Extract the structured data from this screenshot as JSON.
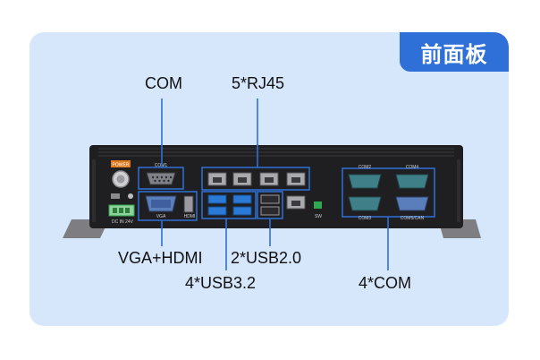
{
  "badge": {
    "title": "前面板"
  },
  "labels": {
    "com_top": "COM",
    "rj45": "5*RJ45",
    "vga_hdmi": "VGA+HDMI",
    "usb20": "2*USB2.0",
    "usb32": "4*USB3.2",
    "com4": "4*COM"
  },
  "panel_marks": {
    "com1": "COM1",
    "vga": "VGA",
    "hdmi": "HDMI",
    "dc": "DC IN 24V",
    "sw": "SW",
    "com2": "COM2",
    "com3": "COM3",
    "com4": "COM4",
    "com5": "COM5/CAN",
    "power": "POWER"
  },
  "colors": {
    "card_bg": "#d6e6fb",
    "badge_bg": "#2f70d8",
    "callout": "#2f70d8",
    "chassis": "#1f1f21",
    "port_blue": "#2b7bd6",
    "terminal_green": "#2fa84f",
    "power_label": "#e07a1f"
  }
}
